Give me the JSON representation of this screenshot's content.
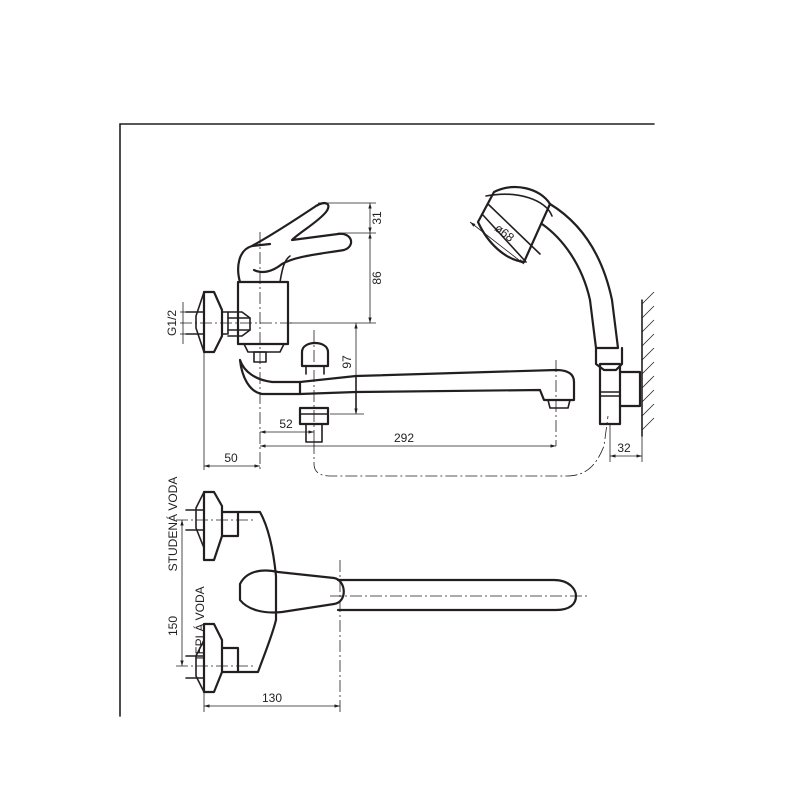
{
  "labels": {
    "dim_31": "31",
    "dim_86": "86",
    "dim_97": "97",
    "dim_g12": "G1/2",
    "dim_52": "52",
    "dim_292": "292",
    "dim_50": "50",
    "dim_32": "32",
    "dim_d68": "ø68",
    "dim_150": "150",
    "dim_130": "130",
    "cold_water": "STUDENÁ VODA",
    "hot_water": "TEPLÁ VODA"
  }
}
